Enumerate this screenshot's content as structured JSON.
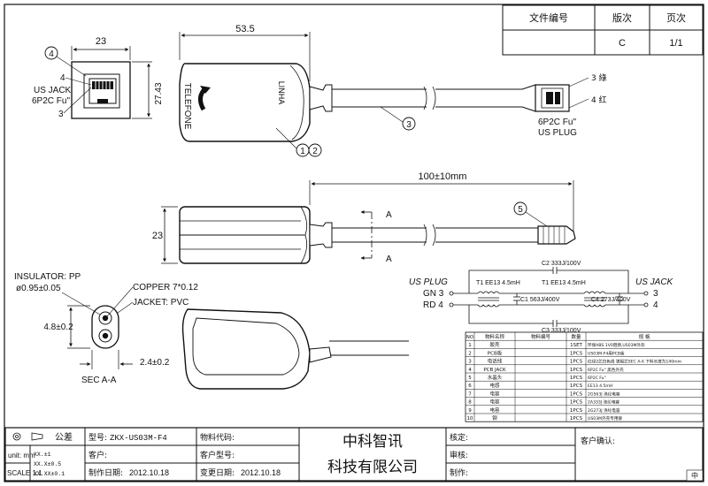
{
  "header": {
    "doc_no_label": "文件编号",
    "version_label": "版次",
    "page_label": "页次",
    "version_value": "C",
    "page_value": "1/1"
  },
  "dims": {
    "jack_width": "23",
    "jack_height": "27.43",
    "body_length": "53.5",
    "cable_length": "100±10mm",
    "side_height": "23",
    "section_height": "4.8±0.2",
    "section_width": "2.4±0.2",
    "section_marker": "A"
  },
  "labels": {
    "us_jack": "US JACK",
    "jack_type": "6P2C Fu\"",
    "pin4": "4",
    "pin3": "3",
    "telefone": "TELEFONE",
    "linha": "LINHA",
    "wire_green": "3 綠",
    "wire_red": "4 红",
    "plug_type": "6P2C Fu\"",
    "us_plug": "US PLUG",
    "insulator": "INSULATOR: PP",
    "insulator_dia": "ø0.95±0.05",
    "copper": "COPPER 7*0.12",
    "jacket": "JACKET: PVC",
    "sec_aa": "SEC A-A"
  },
  "balloons": [
    "4",
    "5",
    "3",
    "1",
    "2"
  ],
  "circuit": {
    "us_plug": "US PLUG",
    "us_jack": "US JACK",
    "gn": "GN 3",
    "rd": "RD 4",
    "out3": "3",
    "out4": "4",
    "c2": "C2 333J/100V",
    "c3": "C3 333J/100V",
    "t1a": "T1 EE13 4.5mH",
    "t1b": "T1 EE13 4.5mH",
    "c1": "C1 563J/400V",
    "c4": "C4 273J/400V"
  },
  "bom": {
    "headers": [
      "NO",
      "物料名称",
      "物料编号",
      "数量",
      "规 格"
    ],
    "rows": [
      [
        "1",
        "胶壳",
        "",
        "1SET",
        "环保ABS 1V0阻燃,US03M外形"
      ],
      [
        "2",
        "PCB板",
        "",
        "1PCS",
        "US03M-F4用PCB板"
      ],
      [
        "3",
        "电话线",
        "",
        "1PCS",
        "红绿2芯白色线 镀锡芯SEC A-A 下料长度为140mm"
      ],
      [
        "4",
        "PCB JACK",
        "",
        "1PCS",
        "6P2C Fu\" 黑色外壳"
      ],
      [
        "5",
        "水晶头",
        "",
        "1PCS",
        "6P2C Fu\""
      ],
      [
        "6",
        "电感",
        "",
        "1PCS",
        "EE13 4.5mH"
      ],
      [
        "7",
        "电容",
        "",
        "1PCS",
        "2G563J 涤纶电容"
      ],
      [
        "8",
        "电容",
        "",
        "1PCS",
        "2A333J 涤纶电容"
      ],
      [
        "9",
        "电容",
        "",
        "1PCS",
        "2G273J 涤纶电容"
      ],
      [
        "10",
        "铆",
        "",
        "1PCS",
        "US03M外壳专用铆"
      ]
    ]
  },
  "title_block": {
    "tolerance_label": "公差",
    "unit": "unit: mm",
    "scale": "SCALE 1:1",
    "tol1": "XX.±1",
    "tol2": "XX.X±0.5",
    "tol3": "XX.XX±0.1",
    "model_label": "型号:",
    "model_value": "ZKX-US03M-F4",
    "material_code_label": "物料代码:",
    "customer_label": "客户:",
    "customer_model_label": "客户型号:",
    "made_date_label": "制作日期:",
    "made_date": "2012.10.18",
    "change_date_label": "变更日期:",
    "change_date": "2012.10.18",
    "company_line1": "中科智讯",
    "company_line2": "科技有限公司",
    "check_label": "核定:",
    "review_label": "审核:",
    "maker_label": "制作:",
    "customer_confirm_label": "客户确认:",
    "corner_mark": "中"
  }
}
